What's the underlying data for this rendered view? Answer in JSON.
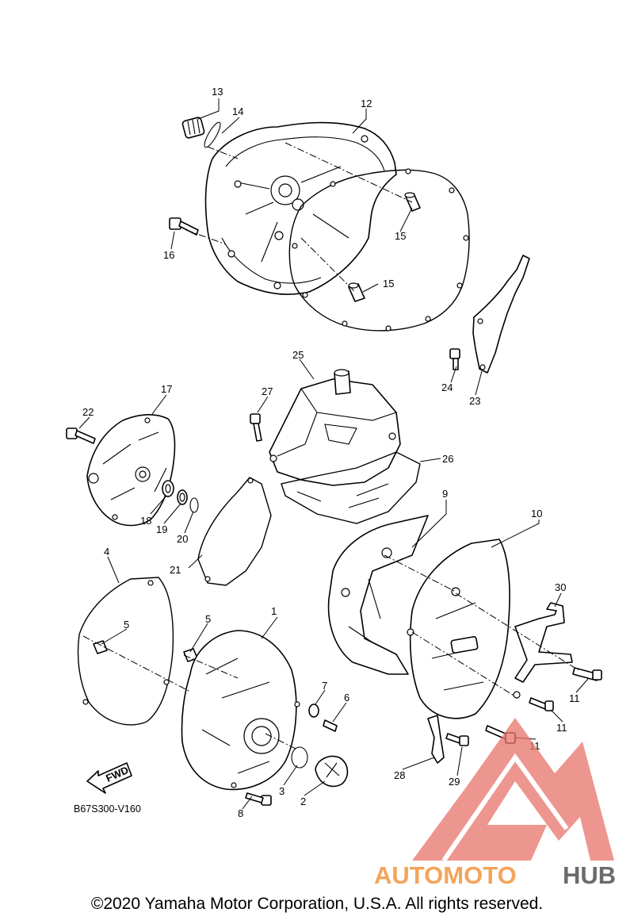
{
  "diagram_code": "B67S300-V160",
  "fwd_label": "FWD",
  "copyright": "©2020 Yamaha Motor Corporation, U.S.A. All rights reserved.",
  "watermark": {
    "prefix": "AUTOMOTO",
    "suffix": "HUB",
    "prefix_color": "#f4a45a",
    "suffix_color": "#6b6b6b",
    "logo_color": "#e8746a"
  },
  "callouts": [
    {
      "id": "c1",
      "label": "1"
    },
    {
      "id": "c2",
      "label": "2"
    },
    {
      "id": "c3",
      "label": "3"
    },
    {
      "id": "c4",
      "label": "4"
    },
    {
      "id": "c5a",
      "label": "5"
    },
    {
      "id": "c5b",
      "label": "5"
    },
    {
      "id": "c6",
      "label": "6"
    },
    {
      "id": "c7",
      "label": "7"
    },
    {
      "id": "c8",
      "label": "8"
    },
    {
      "id": "c9",
      "label": "9"
    },
    {
      "id": "c10",
      "label": "10"
    },
    {
      "id": "c11a",
      "label": "11"
    },
    {
      "id": "c11b",
      "label": "11"
    },
    {
      "id": "c11c",
      "label": "11"
    },
    {
      "id": "c12",
      "label": "12"
    },
    {
      "id": "c13",
      "label": "13"
    },
    {
      "id": "c14",
      "label": "14"
    },
    {
      "id": "c15a",
      "label": "15"
    },
    {
      "id": "c15b",
      "label": "15"
    },
    {
      "id": "c16",
      "label": "16"
    },
    {
      "id": "c17",
      "label": "17"
    },
    {
      "id": "c18",
      "label": "18"
    },
    {
      "id": "c19",
      "label": "19"
    },
    {
      "id": "c20",
      "label": "20"
    },
    {
      "id": "c21",
      "label": "21"
    },
    {
      "id": "c22",
      "label": "22"
    },
    {
      "id": "c23",
      "label": "23"
    },
    {
      "id": "c24",
      "label": "24"
    },
    {
      "id": "c25",
      "label": "25"
    },
    {
      "id": "c26",
      "label": "26"
    },
    {
      "id": "c27",
      "label": "27"
    },
    {
      "id": "c28",
      "label": "28"
    },
    {
      "id": "c29",
      "label": "29"
    },
    {
      "id": "c30",
      "label": "30"
    }
  ]
}
